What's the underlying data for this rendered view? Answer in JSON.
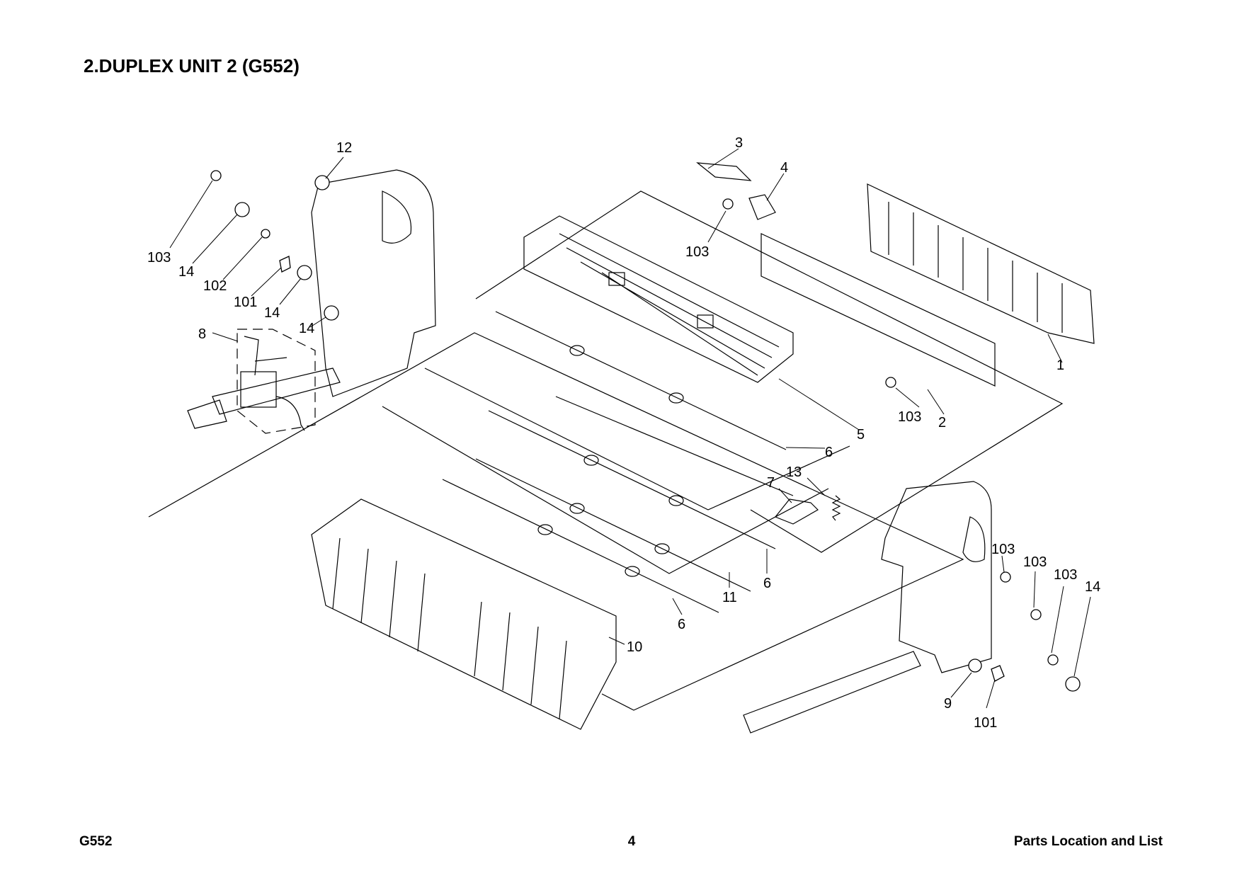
{
  "page_title": "2.DUPLEX UNIT 2 (G552)",
  "footer": {
    "model": "G552",
    "page_number": "4",
    "section": "Parts Location and List"
  },
  "callouts": [
    {
      "id": "c103a",
      "label": "103"
    },
    {
      "id": "c14a",
      "label": "14"
    },
    {
      "id": "c102",
      "label": "102"
    },
    {
      "id": "c101a",
      "label": "101"
    },
    {
      "id": "c14b",
      "label": "14"
    },
    {
      "id": "c14c",
      "label": "14"
    },
    {
      "id": "c12",
      "label": "12"
    },
    {
      "id": "c8",
      "label": "8"
    },
    {
      "id": "c3",
      "label": "3"
    },
    {
      "id": "c4",
      "label": "4"
    },
    {
      "id": "c103b",
      "label": "103"
    },
    {
      "id": "c1",
      "label": "1"
    },
    {
      "id": "c103c",
      "label": "103"
    },
    {
      "id": "c2",
      "label": "2"
    },
    {
      "id": "c5",
      "label": "5"
    },
    {
      "id": "c6a",
      "label": "6"
    },
    {
      "id": "c13",
      "label": "13"
    },
    {
      "id": "c7",
      "label": "7"
    },
    {
      "id": "c6b",
      "label": "6"
    },
    {
      "id": "c11",
      "label": "11"
    },
    {
      "id": "c6c",
      "label": "6"
    },
    {
      "id": "c10",
      "label": "10"
    },
    {
      "id": "c103d",
      "label": "103"
    },
    {
      "id": "c103e",
      "label": "103"
    },
    {
      "id": "c103f",
      "label": "103"
    },
    {
      "id": "c14d",
      "label": "14"
    },
    {
      "id": "c9",
      "label": "9"
    },
    {
      "id": "c101b",
      "label": "101"
    }
  ]
}
